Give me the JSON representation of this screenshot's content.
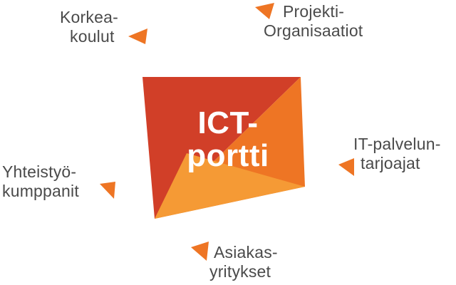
{
  "center": {
    "line1": "ICT-",
    "line2": "portti",
    "colors": {
      "dark": "#d13f28",
      "mid": "#ee7524",
      "light": "#f59a35"
    }
  },
  "nodes": [
    {
      "line1": "Korkea-",
      "line2": "koulut",
      "arrow_icon": "triangle-arrow-icon"
    },
    {
      "line1": "Projekti-",
      "line2": "Organisaatiot",
      "arrow_icon": "triangle-arrow-icon"
    },
    {
      "line1": "IT-palvelun-",
      "line2": "tarjoajat",
      "arrow_icon": "triangle-arrow-icon"
    },
    {
      "line1": "Asiakas-",
      "line2": "yritykset",
      "arrow_icon": "triangle-arrow-icon"
    },
    {
      "line1": "Yhteistyö-",
      "line2": "kumppanit",
      "arrow_icon": "triangle-arrow-icon"
    }
  ],
  "colors": {
    "arrow": "#ee7524",
    "text": "#4a4a4a"
  }
}
